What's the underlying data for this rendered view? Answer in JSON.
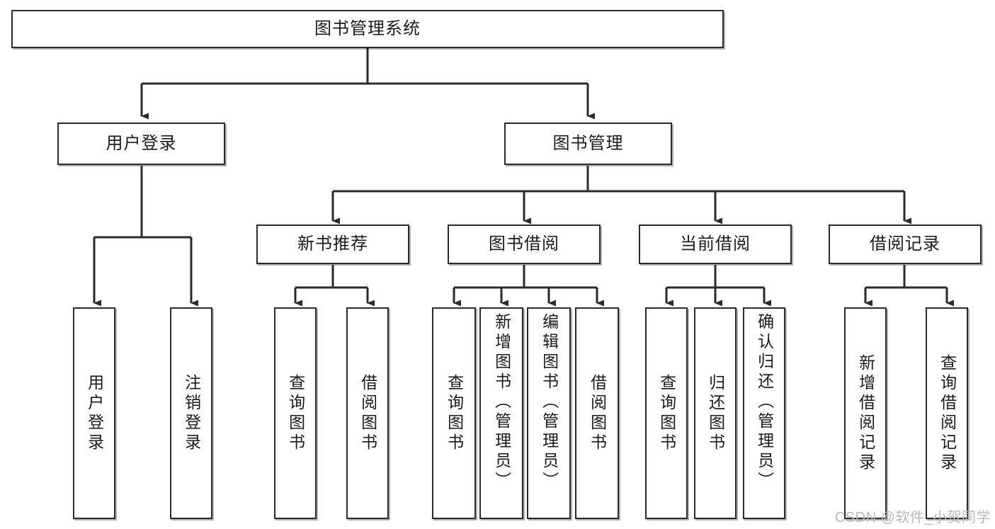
{
  "diagram": {
    "title_node": {
      "label": "图书管理系统"
    },
    "level2": [
      {
        "label": "用户登录"
      },
      {
        "label": "图书管理"
      }
    ],
    "level3": [
      {
        "label": "新书推荐"
      },
      {
        "label": "图书借阅"
      },
      {
        "label": "当前借阅"
      },
      {
        "label": "借阅记录"
      }
    ],
    "leaves": {
      "user_login": [
        {
          "label": "用户登录"
        },
        {
          "label": "注销登录"
        }
      ],
      "new_book_recommend": [
        {
          "label": "查询图书"
        },
        {
          "label": "借阅图书"
        }
      ],
      "book_borrow": [
        {
          "label": "查询图书"
        },
        {
          "label": "新增图书（管理员）"
        },
        {
          "label": "编辑图书（管理员）"
        },
        {
          "label": "借阅图书"
        }
      ],
      "current_borrow": [
        {
          "label": "查询图书"
        },
        {
          "label": "归还图书"
        },
        {
          "label": "确认归还（管理员）"
        }
      ],
      "borrow_record": [
        {
          "label": "新增借阅记录"
        },
        {
          "label": "查询借阅记录"
        }
      ]
    },
    "watermark": "CSDN @软件_小贺同学",
    "colors": {
      "stroke": "#2b2b2b",
      "background": "#ffffff",
      "text": "#1b1b1b",
      "watermark": "#b9b9b9"
    }
  }
}
